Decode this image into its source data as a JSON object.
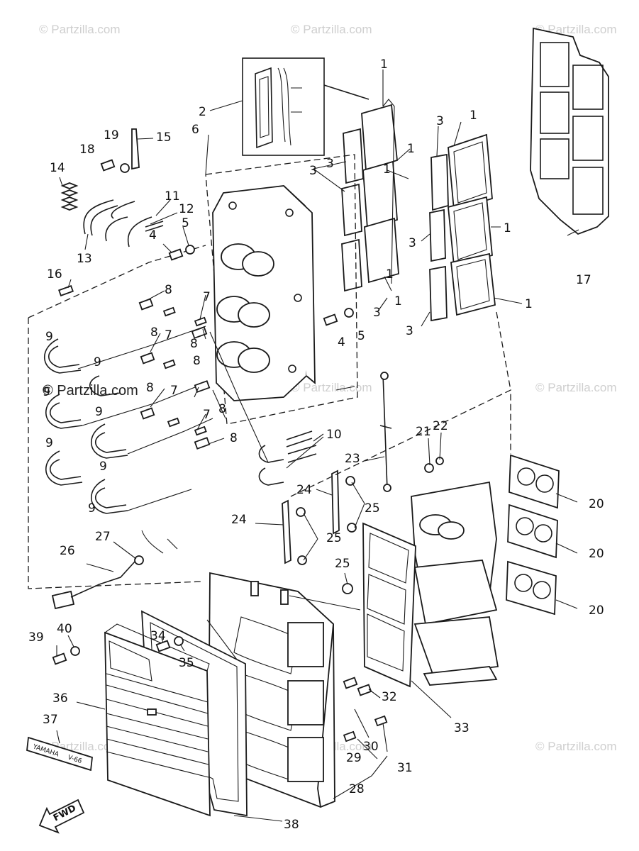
{
  "watermarks": [
    "© Partzilla.com",
    "© Partzilla.com",
    "© Partzilla.com",
    "© Partzilla.com",
    "© Partzilla.com",
    "© Partzilla.com",
    "© Partzilla.com",
    "© Partzilla.com",
    "© Partzilla.com"
  ],
  "callouts": [
    "1",
    "1",
    "1",
    "1",
    "1",
    "1",
    "1",
    "1",
    "2",
    "3",
    "3",
    "3",
    "3",
    "3",
    "3",
    "4",
    "4",
    "5",
    "5",
    "6",
    "7",
    "7",
    "7",
    "7",
    "8",
    "8",
    "8",
    "8",
    "8",
    "8",
    "8",
    "9",
    "9",
    "9",
    "9",
    "9",
    "9",
    "9",
    "10",
    "11",
    "12",
    "13",
    "14",
    "15",
    "16",
    "17",
    "18",
    "19",
    "20",
    "20",
    "20",
    "21",
    "22",
    "23",
    "24",
    "24",
    "25",
    "25",
    "25",
    "26",
    "27",
    "28",
    "29",
    "30",
    "31",
    "32",
    "33",
    "34",
    "35",
    "36",
    "37",
    "38",
    "39",
    "40"
  ],
  "decal_text": "YAMAHA",
  "decal_small": "V-66",
  "fwd_label": "FWD"
}
